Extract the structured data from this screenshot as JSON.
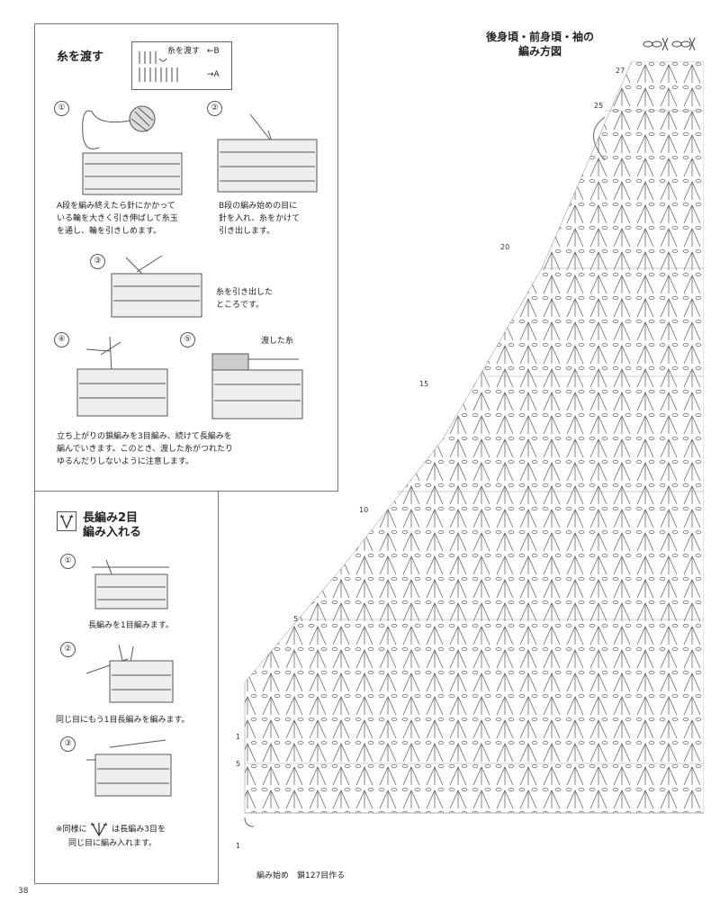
{
  "left_panel": {
    "heading": "糸を渡す",
    "legend": {
      "label": "糸を渡す",
      "arrow_b": "←B",
      "arrow_a": "→A"
    },
    "steps": [
      {
        "num": "①",
        "text": [
          "A段を編み終えたら針にかかって",
          "いる輪を大きく引き伸ばして糸玉",
          "を通し、輪を引きしめます。"
        ]
      },
      {
        "num": "②",
        "text": [
          "B段の編み始めの目に",
          "針を入れ、糸をかけて",
          "引き出します。"
        ]
      },
      {
        "num": "③",
        "text": [
          "糸を引き出した",
          "ところです。"
        ]
      },
      {
        "num": "④",
        "text": []
      },
      {
        "num": "⑤",
        "text": [
          "渡した糸"
        ]
      }
    ],
    "note": [
      "立ち上がりの鎖編みを3目編み、続けて長編みを",
      "編んでいきます。このとき、渡した糸がつれたり",
      "ゆるんだりしないように注意します。"
    ]
  },
  "bottom_panel": {
    "heading": [
      "長編み2目",
      "編み入れる"
    ],
    "steps": [
      {
        "num": "①",
        "text": "長編みを1目編みます。"
      },
      {
        "num": "②",
        "text": "同じ目にもう1目長編みを編みます。"
      },
      {
        "num": "③",
        "text": ""
      }
    ],
    "note_a": "※同様に",
    "note_b": "は長編み3目を",
    "note_c": "同じ目に編み入れます。"
  },
  "diagram": {
    "title": [
      "後身頃・前身頃・袖の",
      "編み方図"
    ],
    "row_numbers": [
      "27",
      "25",
      "20",
      "15",
      "10",
      "5",
      "1",
      "5",
      "1"
    ],
    "footer": "編み始め　鎖127目作る"
  },
  "page_number": "38"
}
